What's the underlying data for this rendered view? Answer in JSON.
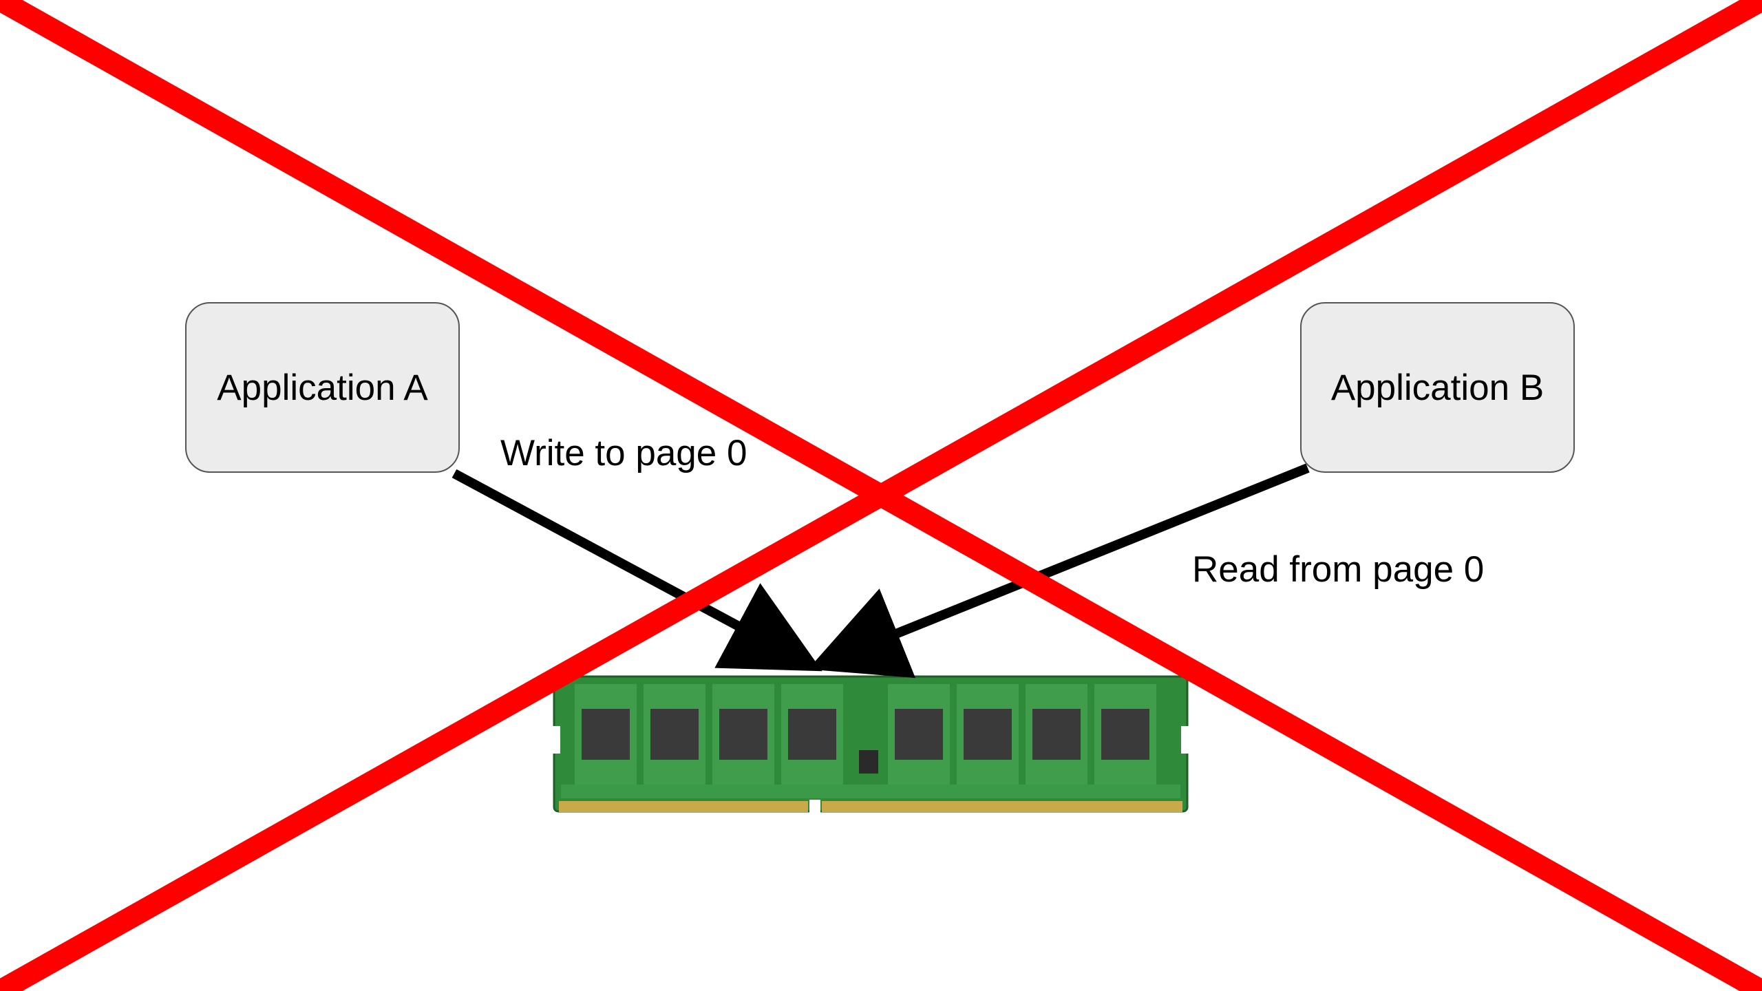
{
  "colors": {
    "box_fill": "#ececec",
    "cross_line": "#ff0000",
    "arrow": "#000000",
    "pcb_green": "#2f8a3a",
    "chip": "#3a3a3a",
    "gold_contacts": "#c9a94a"
  },
  "nodes": {
    "app_a": {
      "label": "Application A"
    },
    "app_b": {
      "label": "Application B"
    },
    "memory": {
      "icon": "ram-module-icon"
    }
  },
  "edges": [
    {
      "from": "app_a",
      "to": "memory",
      "label": "Write to page 0"
    },
    {
      "from": "app_b",
      "to": "memory",
      "label": "Read from page 0"
    }
  ],
  "overlay": {
    "icon": "red-cross-out-icon",
    "meaning": "crossed-out"
  }
}
